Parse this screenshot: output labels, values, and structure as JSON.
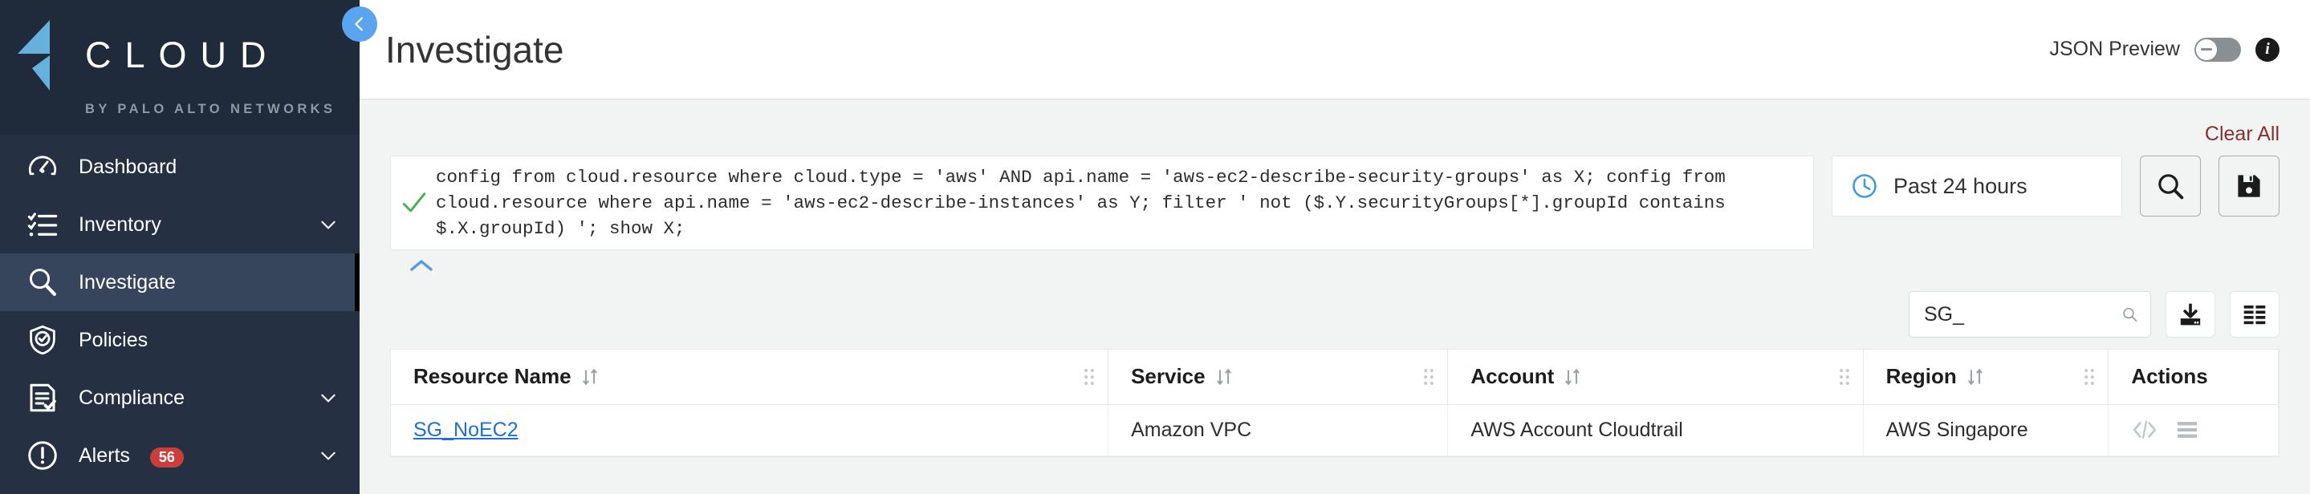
{
  "sidebar": {
    "logo": {
      "word": "CLOUD",
      "sub": "BY PALO ALTO NETWORKS",
      "mark_color": "#66b0dc"
    },
    "collapse_icon": "chevron-left-icon",
    "items": [
      {
        "label": "Dashboard",
        "icon": "speedometer-icon",
        "active": false,
        "expandable": false,
        "badge": null
      },
      {
        "label": "Inventory",
        "icon": "checklist-icon",
        "active": false,
        "expandable": true,
        "badge": null
      },
      {
        "label": "Investigate",
        "icon": "magnifier-icon",
        "active": true,
        "expandable": false,
        "badge": null
      },
      {
        "label": "Policies",
        "icon": "shield-check-icon",
        "active": false,
        "expandable": false,
        "badge": null
      },
      {
        "label": "Compliance",
        "icon": "document-check-icon",
        "active": false,
        "expandable": true,
        "badge": null
      },
      {
        "label": "Alerts",
        "icon": "alert-circle-icon",
        "active": false,
        "expandable": true,
        "badge": "56"
      }
    ],
    "badge_color": "#cc3e3a",
    "active_bg": "#36455c",
    "bg": "#253143"
  },
  "header": {
    "title": "Investigate",
    "json_preview_label": "JSON Preview",
    "json_preview_on": false,
    "info_icon": "info-circle-icon"
  },
  "toolbar": {
    "clear_all_label": "Clear All",
    "clear_all_color": "#8b2f2f"
  },
  "query": {
    "status_icon": "green-check-icon",
    "text": "config from cloud.resource where cloud.type = 'aws' AND api.name = 'aws-ec2-describe-security-groups' as X; config from cloud.resource where api.name = 'aws-ec2-describe-instances' as Y; filter ' not ($.Y.securityGroups[*].groupId contains $.X.groupId) '; show X;",
    "collapse_icon": "chevron-up-icon",
    "time_range": "Past 24 hours",
    "time_icon": "clock-icon",
    "search_button_icon": "search-icon",
    "save_button_icon": "floppy-save-icon"
  },
  "table_tools": {
    "filter_value": "SG_",
    "filter_placeholder": "",
    "filter_icon": "search-icon",
    "download_icon": "download-icon",
    "columns_icon": "column-layout-icon"
  },
  "table": {
    "columns": [
      {
        "label": "Resource Name",
        "sortable": true,
        "resizable": true
      },
      {
        "label": "Service",
        "sortable": true,
        "resizable": true
      },
      {
        "label": "Account",
        "sortable": true,
        "resizable": true
      },
      {
        "label": "Region",
        "sortable": true,
        "resizable": true
      },
      {
        "label": "Actions",
        "sortable": false,
        "resizable": false
      }
    ],
    "rows": [
      {
        "resource_name": "SG_NoEC2",
        "service": "Amazon VPC",
        "account": "AWS Account Cloudtrail",
        "region": "AWS Singapore",
        "actions": [
          "code-icon",
          "list-menu-icon"
        ]
      }
    ],
    "link_color": "#1f6fd0"
  }
}
